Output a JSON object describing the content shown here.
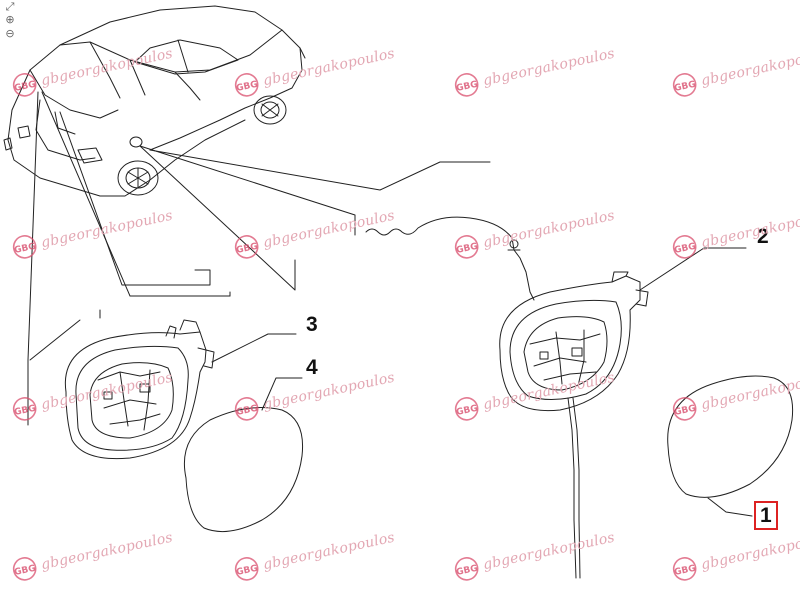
{
  "toolbar": {
    "fit_icon": "fit-page-icon",
    "zoom_in_icon": "zoom-in-icon",
    "zoom_out_icon": "zoom-out-icon",
    "fit_glyph": "⤢",
    "zoom_in_glyph": "⊕",
    "zoom_out_glyph": "⊖"
  },
  "callouts": [
    {
      "id": "part-1",
      "label": "1"
    },
    {
      "id": "part-2",
      "label": "2"
    },
    {
      "id": "part-3",
      "label": "3"
    },
    {
      "id": "part-4",
      "label": "4"
    }
  ],
  "watermark": {
    "text": "gbgeorgakopoulos",
    "logo_text": "GBG",
    "color": "#e3a7b3",
    "logo_color": "#d94f6e"
  },
  "colors": {
    "line": "#222222",
    "highlight_box": "#dd2222"
  }
}
